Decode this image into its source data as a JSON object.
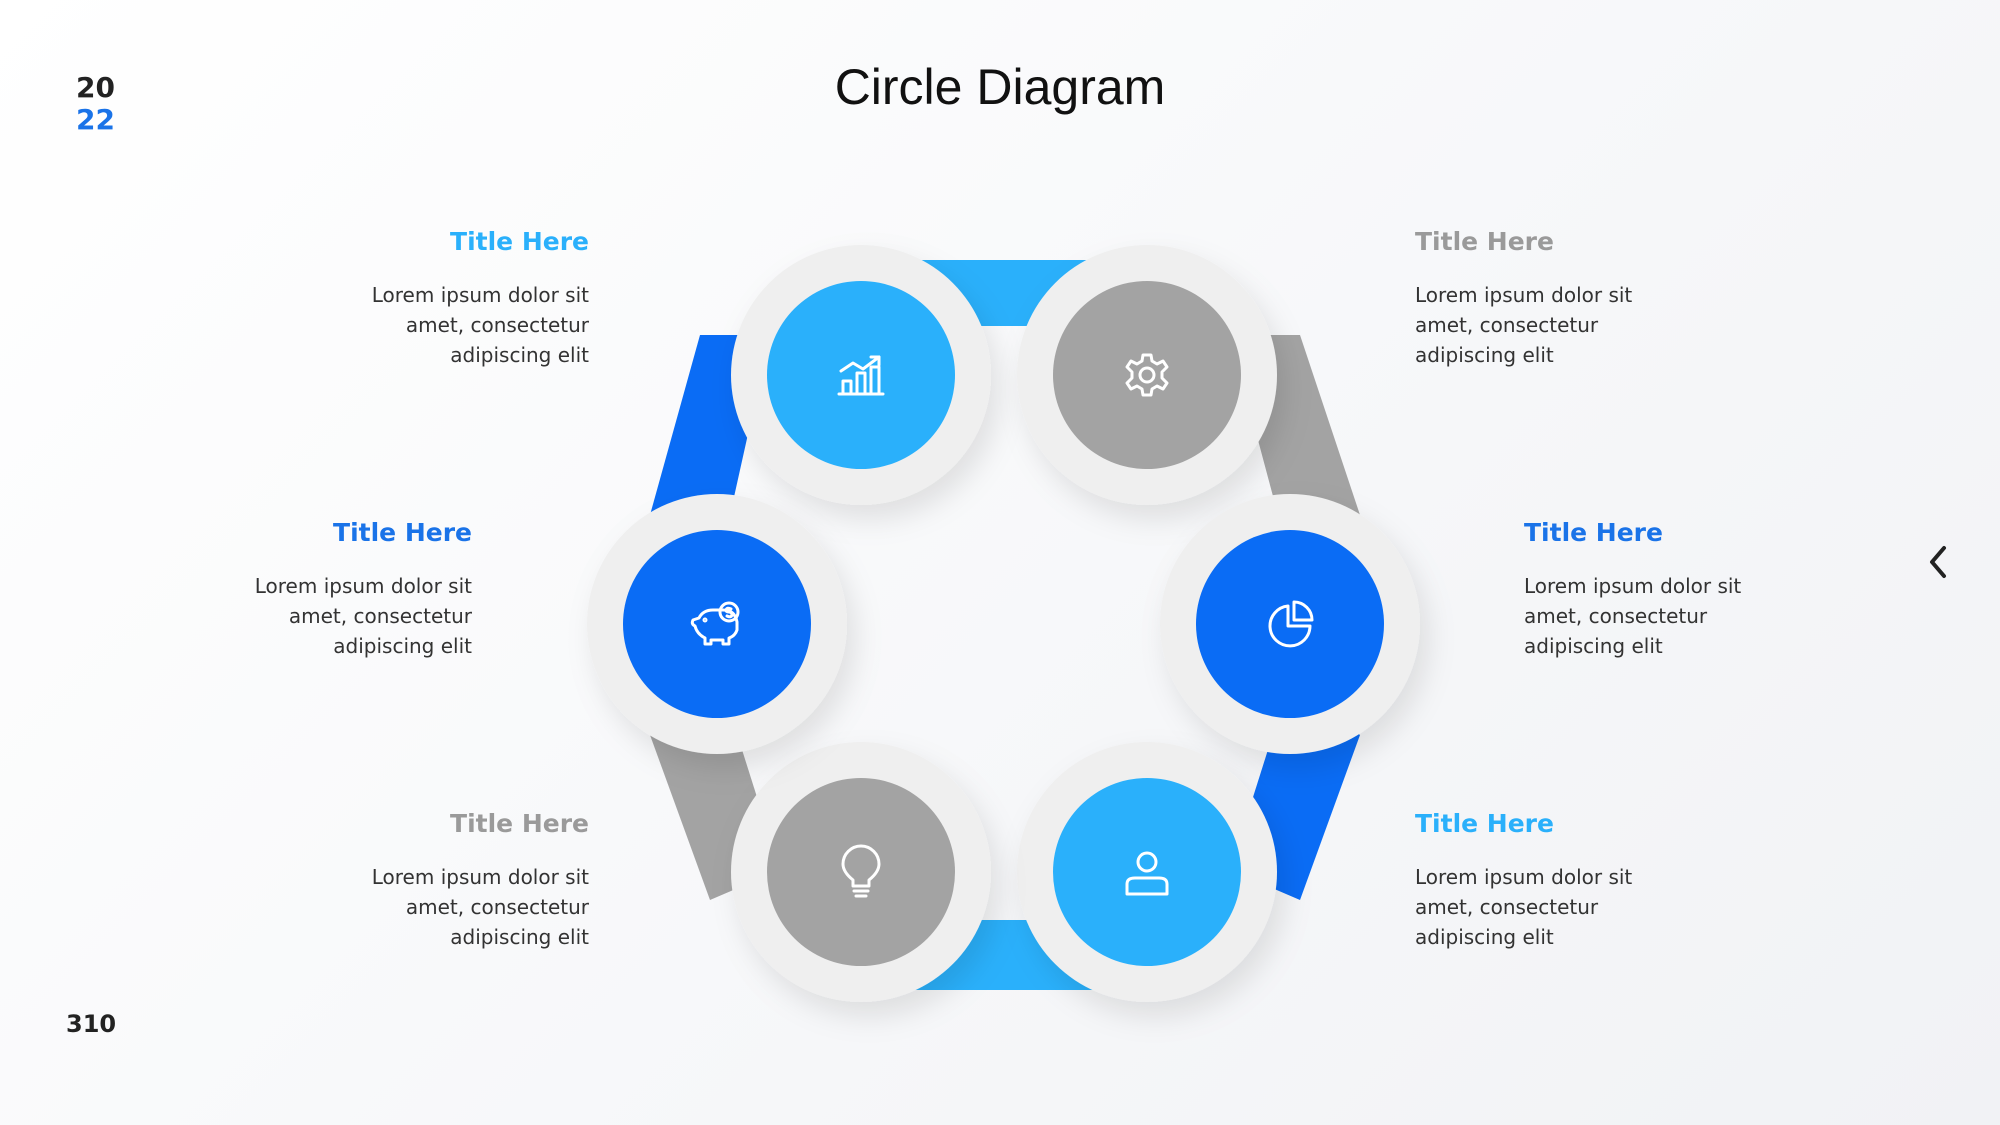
{
  "header": {
    "year_top": "20",
    "year_bottom": "22",
    "title": "Circle Diagram",
    "page_number": "310"
  },
  "colors": {
    "light_blue": "#2ab0fb",
    "blue": "#0a6cf5",
    "gray": "#a3a3a3",
    "ring": "#efefef"
  },
  "nodes": [
    {
      "id": "top-left",
      "icon": "chart-growth-icon",
      "color": "light_blue",
      "title": "Title Here",
      "text": [
        "Lorem ipsum dolor sit",
        "amet, consectetur",
        "adipiscing elit"
      ]
    },
    {
      "id": "top-right",
      "icon": "gear-icon",
      "color": "gray",
      "title": "Title Here",
      "text": [
        "Lorem ipsum dolor sit",
        "amet, consectetur",
        "adipiscing elit"
      ]
    },
    {
      "id": "right",
      "icon": "pie-chart-icon",
      "color": "blue",
      "title": "Title Here",
      "text": [
        "Lorem ipsum dolor sit",
        "amet, consectetur",
        "adipiscing elit"
      ]
    },
    {
      "id": "bottom-right",
      "icon": "user-icon",
      "color": "light_blue",
      "title": "Title Here",
      "text": [
        "Lorem ipsum dolor sit",
        "amet, consectetur",
        "adipiscing elit"
      ]
    },
    {
      "id": "bottom-left",
      "icon": "lightbulb-icon",
      "color": "gray",
      "title": "Title Here",
      "text": [
        "Lorem ipsum dolor sit",
        "amet, consectetur",
        "adipiscing elit"
      ]
    },
    {
      "id": "left",
      "icon": "piggy-bank-icon",
      "color": "blue",
      "title": "Title Here",
      "text": [
        "Lorem ipsum dolor sit",
        "amet, consectetur",
        "adipiscing elit"
      ]
    }
  ],
  "nav": {
    "icon": "chevron-left-icon"
  }
}
